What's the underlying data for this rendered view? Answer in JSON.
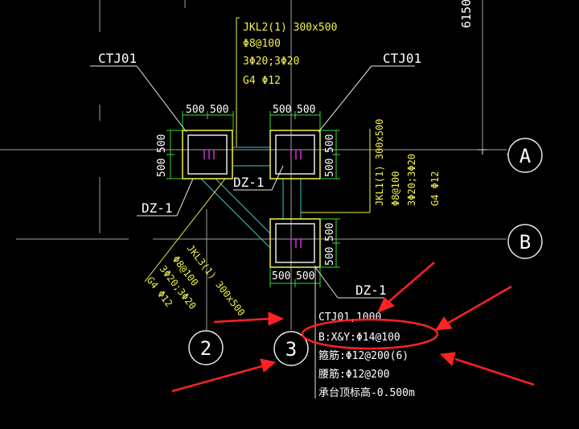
{
  "colors": {
    "background": "#000000",
    "line_white": "#e8e8e8",
    "line_green": "#33dd33",
    "line_yellow": "#f2f24a",
    "line_cyan": "#33cccc",
    "line_magenta": "#cc33cc",
    "line_gray": "#a0a0a0",
    "annotation_red": "#ff2222"
  },
  "axes": {
    "row_a": "A",
    "row_b": "B",
    "col_2": "2",
    "col_3": "3",
    "dim_6150": "6150"
  },
  "caps": {
    "left_label": "CTJ01",
    "right_label": "CTJ01"
  },
  "dims": {
    "d500": "500"
  },
  "columns": {
    "dz1_left": "DZ-1",
    "dz1_center": "DZ-1",
    "dz1_bottom": "DZ-1"
  },
  "beams": {
    "jkl2": [
      "JKL2(1) 300x500",
      "Φ8@100",
      "3Φ20;3Φ20",
      "G4 Φ12"
    ],
    "jkl1": [
      "JKL1(1) 300x500",
      "Φ8@100",
      "3Φ20;3Φ20",
      "G4 Φ12"
    ],
    "jkl3": [
      "JKL3(1) 300x500",
      "Φ8@100",
      "3Φ20;3Φ20",
      "G4 Φ12"
    ]
  },
  "cap_spec": [
    "CTJ01,1000",
    "B:X&Y:Φ14@100",
    "箍筋:Φ12@200(6)",
    "腰筋:Φ12@200",
    "承台顶标高-0.500m"
  ]
}
